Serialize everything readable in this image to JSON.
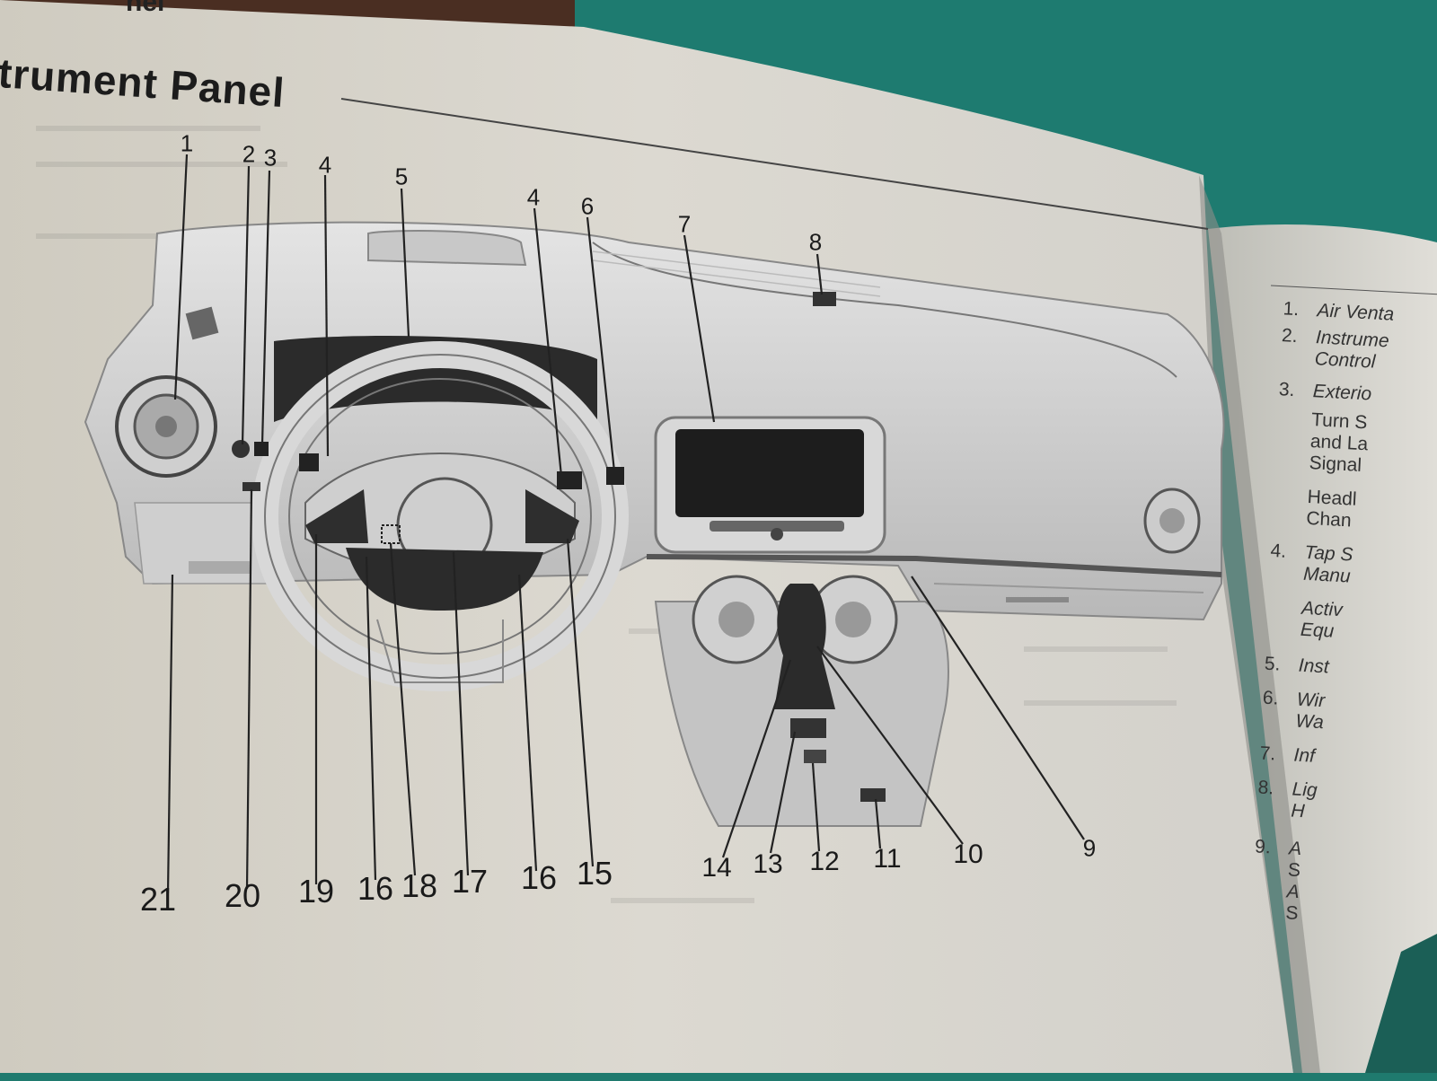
{
  "page": {
    "running_head": "nel",
    "heading": "trument Panel"
  },
  "callouts": [
    {
      "id": "c1",
      "label": "1"
    },
    {
      "id": "c2",
      "label": "2"
    },
    {
      "id": "c3",
      "label": "3"
    },
    {
      "id": "c4a",
      "label": "4"
    },
    {
      "id": "c5",
      "label": "5"
    },
    {
      "id": "c4b",
      "label": "4"
    },
    {
      "id": "c6",
      "label": "6"
    },
    {
      "id": "c7",
      "label": "7"
    },
    {
      "id": "c8",
      "label": "8"
    },
    {
      "id": "c21",
      "label": "21"
    },
    {
      "id": "c20",
      "label": "20"
    },
    {
      "id": "c19",
      "label": "19"
    },
    {
      "id": "c16a",
      "label": "16"
    },
    {
      "id": "c18",
      "label": "18"
    },
    {
      "id": "c17",
      "label": "17"
    },
    {
      "id": "c16b",
      "label": "16"
    },
    {
      "id": "c15",
      "label": "15"
    },
    {
      "id": "c14",
      "label": "14"
    },
    {
      "id": "c13",
      "label": "13"
    },
    {
      "id": "c12",
      "label": "12"
    },
    {
      "id": "c11",
      "label": "11"
    },
    {
      "id": "c10",
      "label": "10"
    },
    {
      "id": "c9",
      "label": "9"
    }
  ],
  "legend": [
    {
      "num": "1.",
      "text": "Air Venta"
    },
    {
      "num": "2.",
      "text": "Instrume",
      "sub": [
        "Control"
      ]
    },
    {
      "num": "3.",
      "text": "Exterio",
      "sub": [
        "Turn S",
        "and La",
        "Signal",
        "Headl",
        "Chan"
      ]
    },
    {
      "num": "4.",
      "text": "Tap S",
      "sub": [
        "Manu",
        "Activ",
        "Equ"
      ]
    },
    {
      "num": "5.",
      "text": "Inst"
    },
    {
      "num": "6.",
      "text": "Wir",
      "sub": [
        "Wa"
      ]
    },
    {
      "num": "7.",
      "text": "Inf"
    },
    {
      "num": "8.",
      "text": "Lig",
      "sub": [
        "H"
      ]
    },
    {
      "num": "9.",
      "text": "A",
      "sub": [
        "S",
        "A",
        "S"
      ]
    }
  ]
}
